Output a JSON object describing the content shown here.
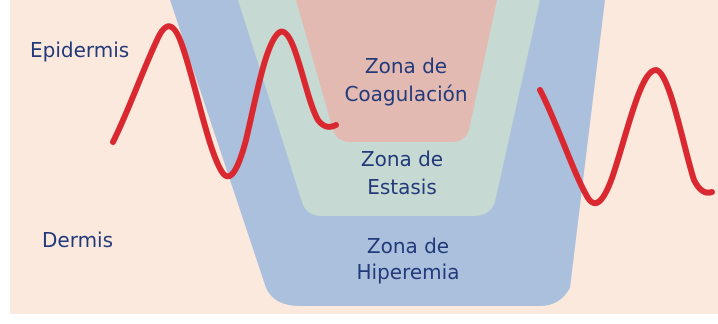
{
  "labels": {
    "epidermis": "Epidermis",
    "dermis": "Dermis"
  },
  "zones": {
    "coagulation": {
      "line1": "Zona de",
      "line2": "Coagulación"
    },
    "stasis": {
      "line1": "Zona de",
      "line2": "Estasis"
    },
    "hyperemia": {
      "line1": "Zona de",
      "line2": "Hiperemia"
    }
  },
  "colors": {
    "background": "#fbe9de",
    "hyperemia": "#aac0dc",
    "stasis": "#c6d9d2",
    "coagulation": "#e2bab2",
    "wave": "#d9282f",
    "text": "#233a7a"
  }
}
